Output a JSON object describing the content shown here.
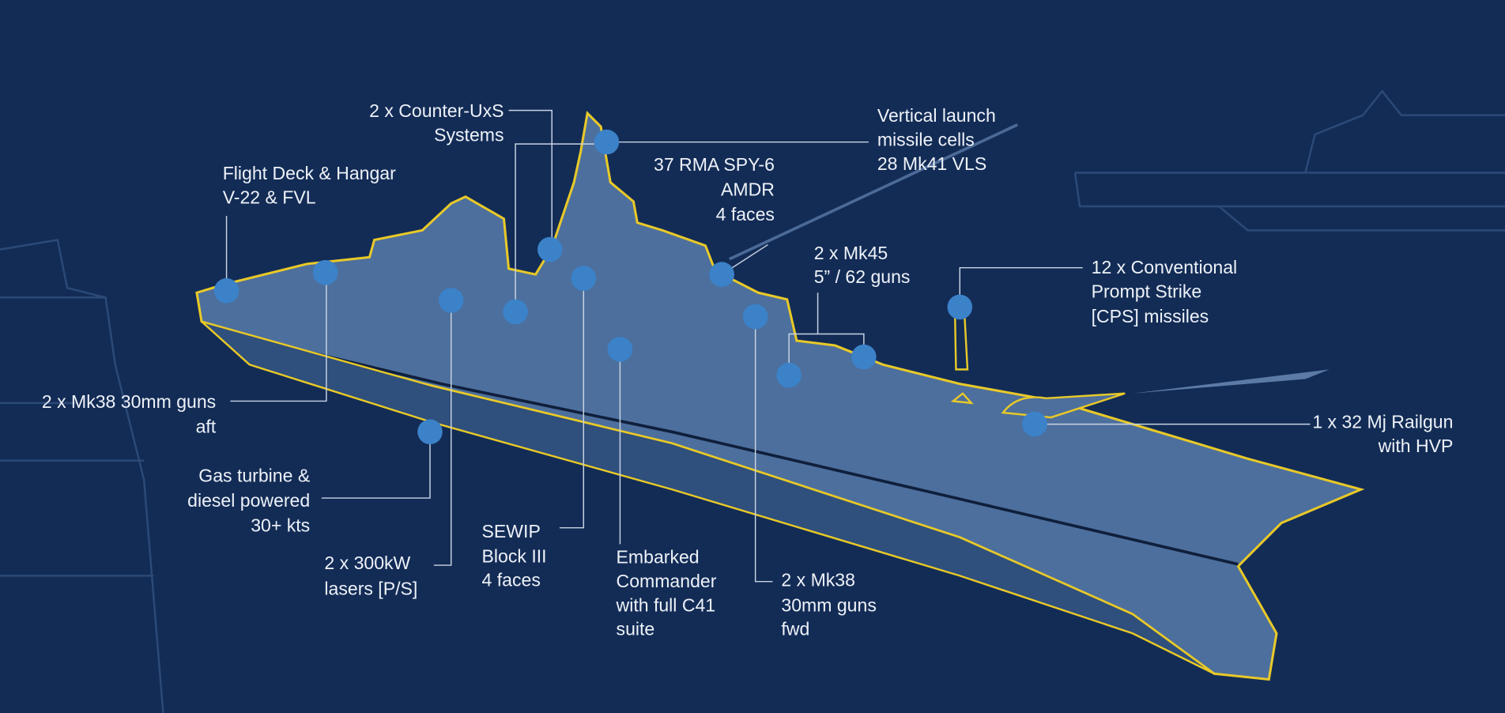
{
  "colors": {
    "background": "#132c56",
    "hull": "#4d6f9d",
    "outline": "#e8c928",
    "marker": "#3b82c9",
    "text": "#eef2f8"
  },
  "callouts": {
    "counter_uxs": [
      "2 x Counter-UxS",
      "Systems"
    ],
    "flight_deck": [
      "Flight Deck & Hangar",
      "V-22 & FVL"
    ],
    "vls": [
      "Vertical launch",
      "missile cells",
      "28 Mk41 VLS"
    ],
    "amdr": [
      "37 RMA SPY-6",
      "AMDR",
      "4 faces"
    ],
    "mk45": [
      "2 x Mk45",
      "5” / 62 guns"
    ],
    "cps": [
      "12 x Conventional",
      "Prompt Strike",
      "[CPS] missiles"
    ],
    "railgun": [
      "1 x 32 Mj Railgun",
      "with HVP"
    ],
    "mk38_aft": [
      "2 x Mk38 30mm guns",
      "aft"
    ],
    "propulsion": [
      "Gas turbine &",
      "diesel powered",
      "30+ kts"
    ],
    "lasers": [
      "2 x 300kW",
      "lasers [P/S]"
    ],
    "sewip": [
      "SEWIP",
      "Block III",
      "4 faces"
    ],
    "commander": [
      "Embarked",
      "Commander",
      "with full C41",
      "suite"
    ],
    "mk38_fwd": [
      "2 x Mk38",
      "30mm guns",
      "fwd"
    ]
  }
}
